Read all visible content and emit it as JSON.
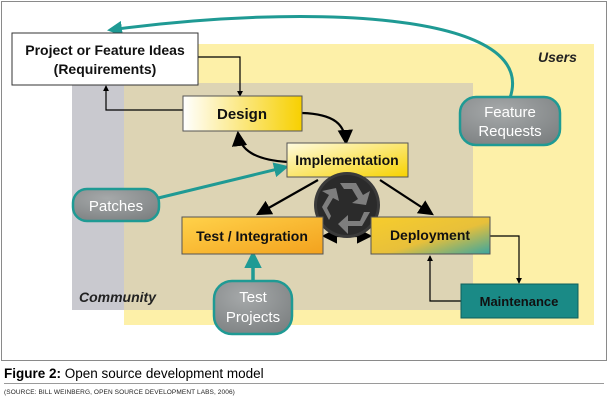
{
  "diagram": {
    "region_labels": {
      "users": "Users",
      "community": "Community"
    },
    "nodes": {
      "ideas_line1": "Project or Feature Ideas",
      "ideas_line2": "(Requirements)",
      "design": "Design",
      "implementation": "Implementation",
      "test_integration": "Test / Integration",
      "deployment": "Deployment",
      "maintenance": "Maintenance"
    },
    "bubbles": {
      "feature_requests_line1": "Feature",
      "feature_requests_line2": "Requests",
      "patches": "Patches",
      "test_projects_line1": "Test",
      "test_projects_line2": "Projects"
    },
    "icon": "recycle-icon",
    "colors": {
      "users_region": "#fdf0a8",
      "community_region": "#c9c9cf",
      "overlap_region": "#ddd4b4",
      "accent_teal": "#1f9a94",
      "bubble_gray": "#8b8f90",
      "maintenance_teal": "#1a8a86"
    }
  },
  "caption": {
    "label": "Figure 2:",
    "text": " Open source development model",
    "source": "(SOURCE: BILL WEINBERG, OPEN SOURCE DEVELOPMENT LABS, 2006)"
  }
}
